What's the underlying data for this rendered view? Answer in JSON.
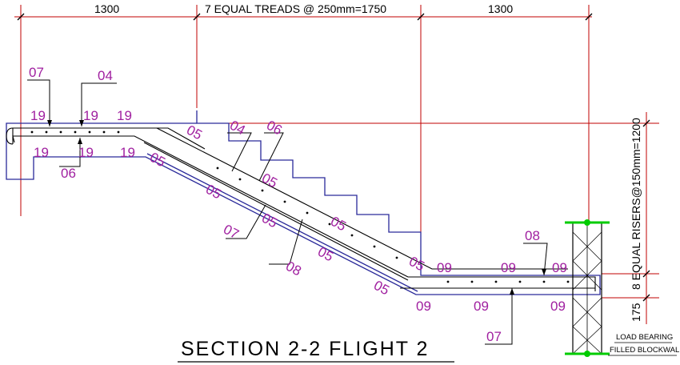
{
  "title": "SECTION 2-2 FLIGHT 2",
  "dimensions": {
    "left_landing": "1300",
    "treads": "7 EQUAL TREADS @ 250mm=1750",
    "right_landing": "1300",
    "risers": "8  EQUAL RISERS@150mm=1200",
    "slab_thickness": "175"
  },
  "wall_note": {
    "line1": "LOAD BEARING",
    "line2": "FILLED BLOCKWALL"
  },
  "bar_marks": {
    "m07_top": "07",
    "m04_top": "04",
    "m19_a": "19",
    "m19_b": "19",
    "m19_c": "19",
    "m19_d": "19",
    "m19_e": "19",
    "m19_f": "19",
    "m06_left": "06",
    "m05_a": "05",
    "m05_b": "05",
    "m04_mid": "04",
    "m06_mid": "06",
    "m05_c": "05",
    "m05_d": "05",
    "m07_mid": "07",
    "m05_e": "05",
    "m08_mid": "08",
    "m05_f": "05",
    "m05_g": "05",
    "m05_h": "05",
    "m05_i": "05",
    "m08_right": "08",
    "m09_a": "09",
    "m09_b": "09",
    "m09_c": "09",
    "m09_d": "09",
    "m09_e": "09",
    "m09_f": "09",
    "m07_bottom": "07"
  },
  "colors": {
    "dimension_line": "#c00000",
    "outline": "#2a2a9a",
    "mark": "#a020a0",
    "wall_mark": "#00cc00",
    "text": "#000000"
  }
}
